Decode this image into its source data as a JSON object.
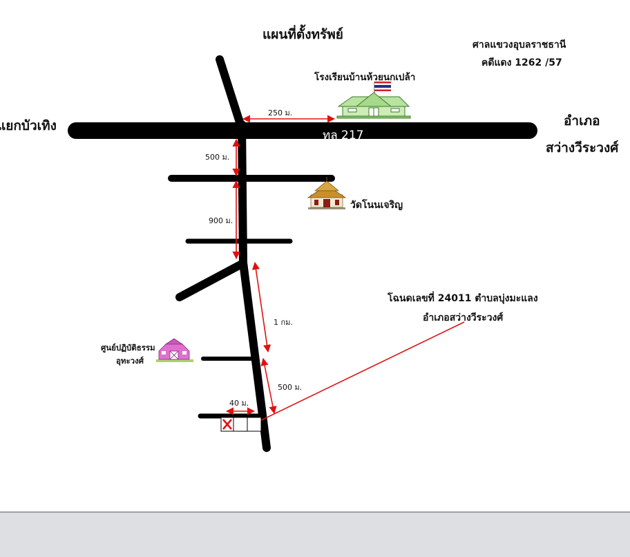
{
  "title": "แผนที่ตั้งทรัพย์",
  "court": {
    "line1": "ศาลแขวงอุบลราชธานี",
    "line2": "คดีแดง 1262 /57"
  },
  "places": {
    "school": "โรงเรียนบ้านห้วยนกเปล้า",
    "west_junction": "แยกบัวเทิง",
    "east_district_line1": "อำเภอ",
    "east_district_line2": "สว่างวีระวงศ์",
    "highway": "ทล 217",
    "temple": "วัดโนนเจริญ",
    "center_line1": "ศูนย์ปฏิบัติธรรม",
    "center_line2": "อุทะวงศ์",
    "deed_line1": "โฉนดเลขที่ 24011  ตำบลบุ่งมะแลง",
    "deed_line2": "อำเภอสว่างวีระวงศ์"
  },
  "distances": {
    "school": "250 ม.",
    "first_road": "500 ม.",
    "second_road": "900 ม.",
    "long_stretch": "1 กม.",
    "last_stretch": "500 ม.",
    "to_plot": "40 ม."
  },
  "colors": {
    "road": "#000000",
    "dimension_arrow": "#e01010",
    "school_building": "#b8e3a0",
    "temple_roof": "#c8902c",
    "center_barn": "#e070d0",
    "footer": "#dedfe2"
  },
  "icons": [
    "thai-flag-icon",
    "school-building-icon",
    "temple-icon",
    "barn-icon",
    "plot-x-marker-icon"
  ]
}
